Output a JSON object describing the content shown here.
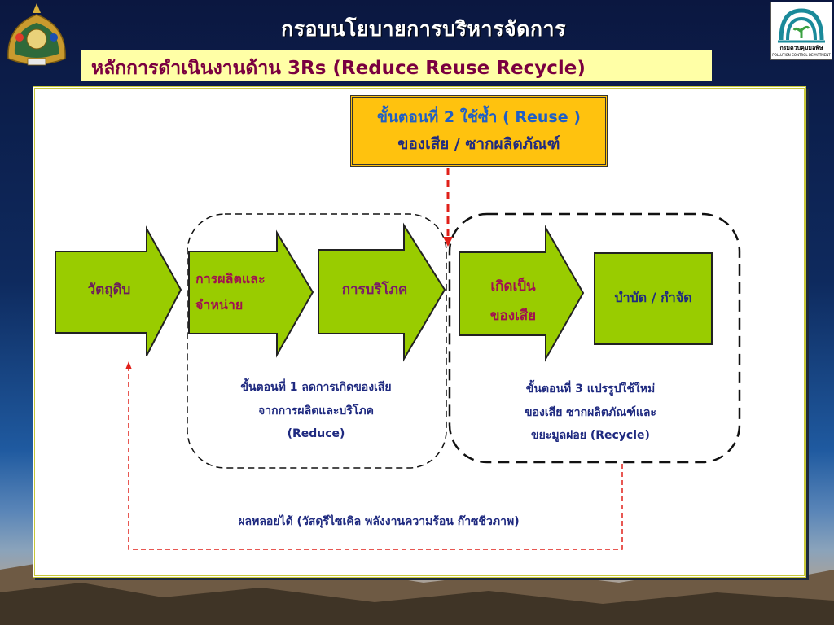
{
  "header": {
    "title": "กรอบนโยบายการบริหารจัดการ",
    "subtitle": "หลักการดำเนินงานด้าน 3Rs (Reduce Reuse Recycle)",
    "left_logo": "royal-emblem",
    "right_logo_text": "กรมควบคุมมลพิษ",
    "right_logo_subtext": "POLLUTION CONTROL DEPARTMENT"
  },
  "diagram": {
    "reuse_box": {
      "line1": "ขั้นตอนที่ 2 ใช้ซ้ำ ( Reuse )",
      "line2": "ของเสีย / ซากผลิตภัณฑ์"
    },
    "steps": {
      "raw_material": "วัตถุดิบ",
      "production_line1": "การผลิตและ",
      "production_line2": "จำหน่าย",
      "consumption": "การบริโภค",
      "waste_line1": "เกิดเป็น",
      "waste_line2": "ของเสีย",
      "disposal": "บำบัด / กำจัด"
    },
    "reduce_caption": {
      "line1": "ขั้นตอนที่ 1 ลดการเกิดของเสีย",
      "line2": "จากการผลิตและบริโภค",
      "line3": "(Reduce)"
    },
    "recycle_caption": {
      "line1": "ขั้นตอนที่ 3 แปรรูปใช้ใหม่",
      "line2": "ของเสีย ซากผลิตภัณฑ์และ",
      "line3": "ขยะมูลฝอย (Recycle)"
    },
    "byproduct": "ผลพลอยได้ (วัสดุรีไซเคิล พลังงานความร้อน ก๊าซชีวภาพ)",
    "colors": {
      "arrow_fill": "#99cc00",
      "reuse_fill": "#ffc20e",
      "red_dash": "#e0201a",
      "maroon_text": "#a01050",
      "navy_text": "#1f2a80"
    }
  }
}
